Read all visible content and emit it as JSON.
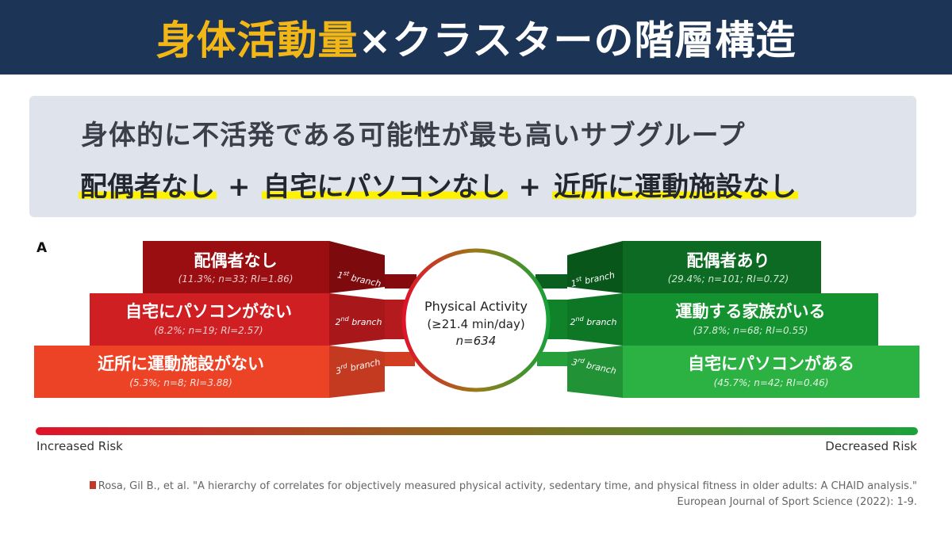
{
  "header": {
    "title_gold": "身体活動量",
    "title_white": "×クラスターの階層構造"
  },
  "callout": {
    "line1": "身体的に不活発である可能性が最も高いサブグループ",
    "items": [
      "配偶者なし",
      "自宅にパソコンなし",
      "近所に運動施設なし"
    ],
    "separator": "+"
  },
  "diagram": {
    "panel_label": "A",
    "center": {
      "line1": "Physical Activity",
      "line2": "(≥21.4 min/day)",
      "line3": "n=634"
    },
    "left": [
      {
        "label": "配偶者なし",
        "stats": "(11.3%; n=33; RI=1.86)",
        "branch": "1st branch",
        "color": "#9a0d10"
      },
      {
        "label": "自宅にパソコンがない",
        "stats": "(8.2%; n=19; RI=2.57)",
        "branch": "2nd branch",
        "color": "#cf1f22"
      },
      {
        "label": "近所に運動施設がない",
        "stats": "(5.3%; n=8; RI=3.88)",
        "branch": "3rd branch",
        "color": "#ec4327"
      }
    ],
    "right": [
      {
        "label": "配偶者あり",
        "stats": "(29.4%; n=101; RI=0.72)",
        "branch": "1st branch",
        "color": "#0c6a22"
      },
      {
        "label": "運動する家族がいる",
        "stats": "(37.8%; n=68; RI=0.55)",
        "branch": "2nd branch",
        "color": "#13922f"
      },
      {
        "label": "自宅にパソコンがある",
        "stats": "(45.7%; n=42; RI=0.46)",
        "branch": "3rd branch",
        "color": "#2cb242"
      }
    ]
  },
  "risk_scale": {
    "left_label": "Increased Risk",
    "right_label": "Decreased Risk",
    "start_color": "#e0122a",
    "end_color": "#1aa23b"
  },
  "citation": {
    "line1": "Rosa, Gil B., et al. \"A hierarchy of correlates for objectively measured physical activity, sedentary time, and physical fitness in older adults: A CHAID analysis.\"",
    "line2": "European Journal of Sport Science (2022): 1-9."
  }
}
